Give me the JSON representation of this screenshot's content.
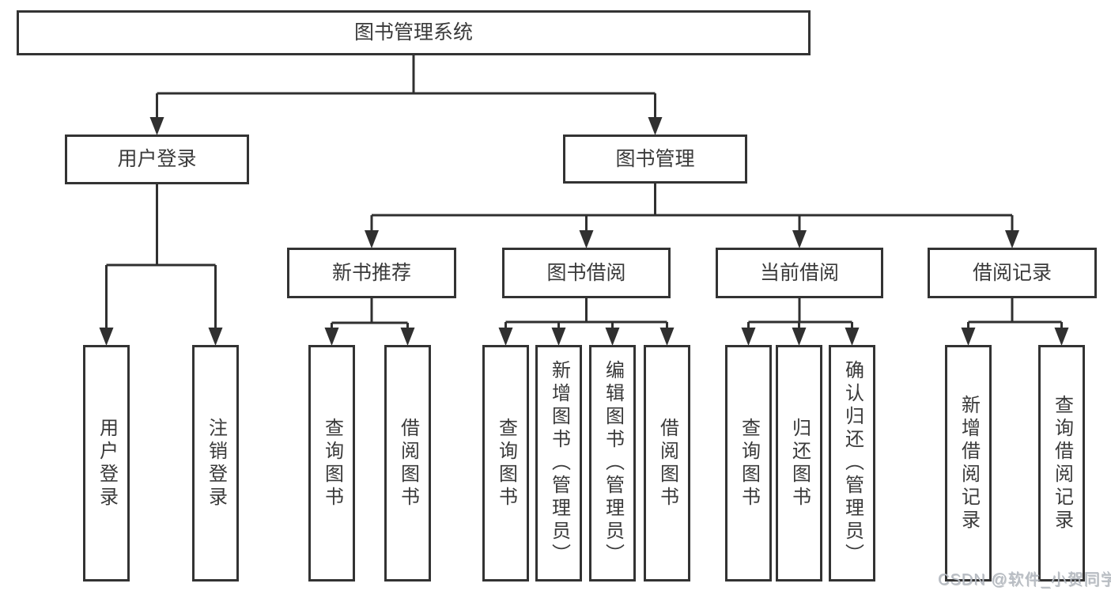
{
  "root": {
    "label": "图书管理系统"
  },
  "level2": [
    {
      "label": "用户登录"
    },
    {
      "label": "图书管理"
    }
  ],
  "level3": [
    {
      "label": "新书推荐"
    },
    {
      "label": "图书借阅"
    },
    {
      "label": "当前借阅"
    },
    {
      "label": "借阅记录"
    }
  ],
  "leaves": [
    {
      "label": "用户登录"
    },
    {
      "label": "注销登录"
    },
    {
      "label": "查询图书"
    },
    {
      "label": "借阅图书"
    },
    {
      "label": "查询图书"
    },
    {
      "label": "新增图书（管理员）"
    },
    {
      "label": "编辑图书（管理员）"
    },
    {
      "label": "借阅图书"
    },
    {
      "label": "查询图书"
    },
    {
      "label": "归还图书"
    },
    {
      "label": "确认归还（管理员）"
    },
    {
      "label": "新增借阅记录"
    },
    {
      "label": "查询借阅记录"
    }
  ],
  "watermark": {
    "text": "CSDN @软件_小贺同学"
  },
  "colors": {
    "line": "#303030",
    "border": "#333333",
    "text": "#3a3a3a",
    "watermark": "#b7bcc3",
    "background": "#ffffff"
  }
}
